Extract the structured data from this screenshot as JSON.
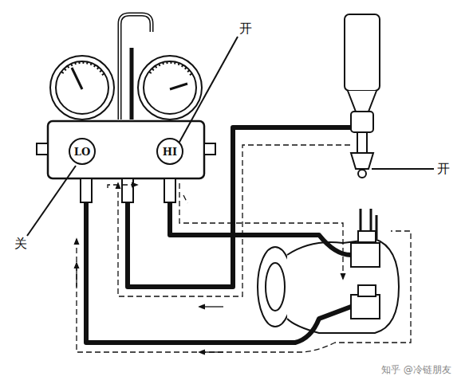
{
  "diagram": {
    "nodes": [
      {
        "text": [
          "LO"
        ]
      },
      {
        "text": [
          "HI"
        ]
      }
    ],
    "labels": [
      "开",
      "关",
      "开",
      "知乎 @冷链朋友"
    ]
  }
}
